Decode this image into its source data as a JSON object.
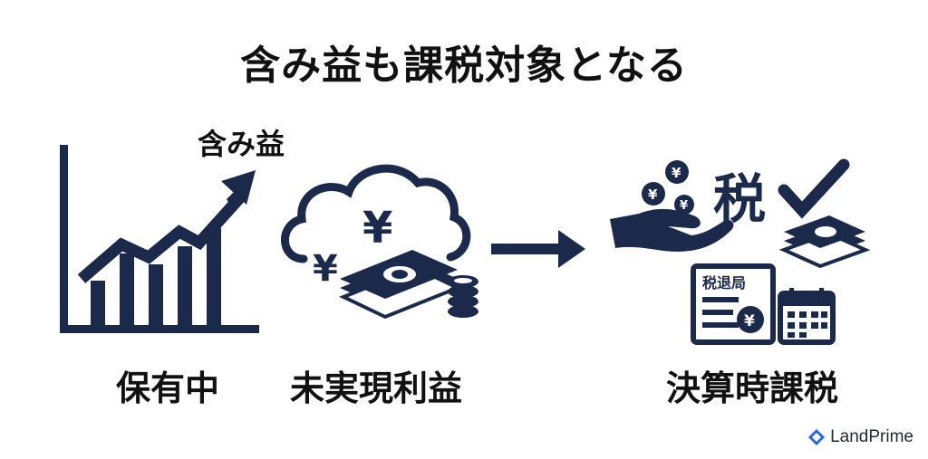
{
  "title": "含み益も課税対象となる",
  "left": {
    "caption": "含み益",
    "label": "保有中"
  },
  "middle": {
    "label": "未実現利益",
    "currency_symbol": "¥"
  },
  "right": {
    "label": "決算時課税",
    "tax_char": "税",
    "office_label": "税退局",
    "currency_symbol": "¥"
  },
  "brand": {
    "name": "LandPrime",
    "color": "#2563eb"
  },
  "colors": {
    "navy": "#1b2a4a",
    "text": "#111111",
    "background": "#ffffff"
  },
  "icons": [
    "rising-chart-icon",
    "cloud-icon",
    "cash-stack-icon",
    "coin-stack-icon",
    "arrow-right-icon",
    "hand-coins-icon",
    "checkmark-icon",
    "tax-document-icon",
    "calendar-icon",
    "brand-logo-icon"
  ]
}
